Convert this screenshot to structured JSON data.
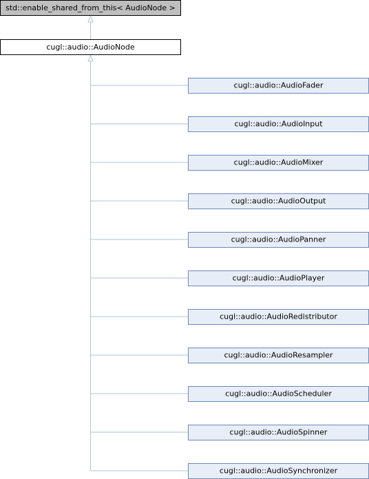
{
  "diagram": {
    "base_class": "std::enable_shared_from_this< AudioNode >",
    "current_class": "cugl::audio::AudioNode",
    "derived_classes": [
      "cugl::audio::AudioFader",
      "cugl::audio::AudioInput",
      "cugl::audio::AudioMixer",
      "cugl::audio::AudioOutput",
      "cugl::audio::AudioPanner",
      "cugl::audio::AudioPlayer",
      "cugl::audio::AudioRedistributor",
      "cugl::audio::AudioResampler",
      "cugl::audio::AudioScheduler",
      "cugl::audio::AudioSpinner",
      "cugl::audio::AudioSynchronizer"
    ]
  },
  "colors": {
    "base_fill": "#bfbfbf",
    "current_fill": "#ffffff",
    "derived_fill": "#e8eef7",
    "edge": "#a9c4d8"
  }
}
